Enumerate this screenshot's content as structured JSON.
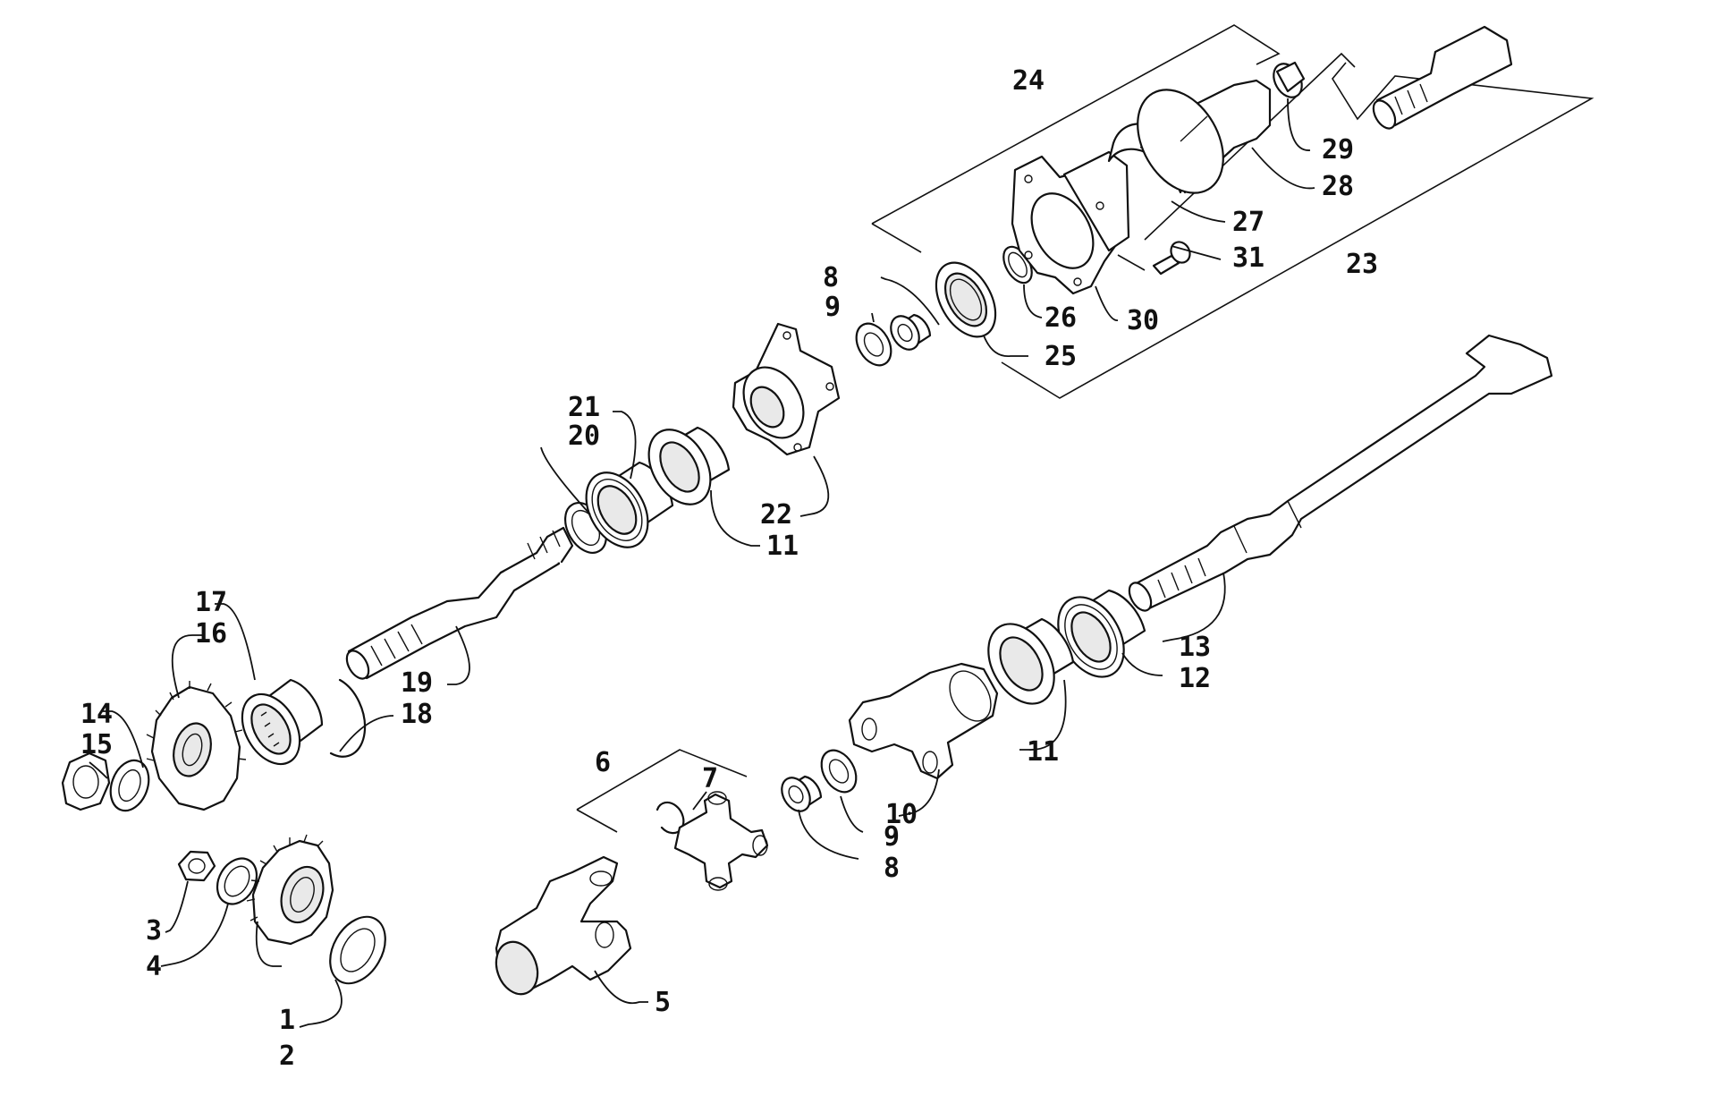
{
  "colors": {
    "line": "#111111",
    "background": "#ffffff",
    "shade": "#e9e9e9"
  },
  "callouts": [
    {
      "id": "c1",
      "text": "1"
    },
    {
      "id": "c2",
      "text": "2"
    },
    {
      "id": "c3",
      "text": "3"
    },
    {
      "id": "c4",
      "text": "4"
    },
    {
      "id": "c5",
      "text": "5"
    },
    {
      "id": "c6",
      "text": "6"
    },
    {
      "id": "c7",
      "text": "7"
    },
    {
      "id": "c8a",
      "text": "8"
    },
    {
      "id": "c8b",
      "text": "8"
    },
    {
      "id": "c9a",
      "text": "9"
    },
    {
      "id": "c9b",
      "text": "9"
    },
    {
      "id": "c10",
      "text": "10"
    },
    {
      "id": "c11a",
      "text": "11"
    },
    {
      "id": "c11b",
      "text": "11"
    },
    {
      "id": "c12",
      "text": "12"
    },
    {
      "id": "c13",
      "text": "13"
    },
    {
      "id": "c14",
      "text": "14"
    },
    {
      "id": "c15",
      "text": "15"
    },
    {
      "id": "c16",
      "text": "16"
    },
    {
      "id": "c17",
      "text": "17"
    },
    {
      "id": "c18",
      "text": "18"
    },
    {
      "id": "c19",
      "text": "19"
    },
    {
      "id": "c20",
      "text": "20"
    },
    {
      "id": "c21",
      "text": "21"
    },
    {
      "id": "c22",
      "text": "22"
    },
    {
      "id": "c23",
      "text": "23"
    },
    {
      "id": "c24",
      "text": "24"
    },
    {
      "id": "c25",
      "text": "25"
    },
    {
      "id": "c26",
      "text": "26"
    },
    {
      "id": "c27",
      "text": "27"
    },
    {
      "id": "c28",
      "text": "28"
    },
    {
      "id": "c29",
      "text": "29"
    },
    {
      "id": "c30",
      "text": "30"
    },
    {
      "id": "c31",
      "text": "31"
    }
  ]
}
